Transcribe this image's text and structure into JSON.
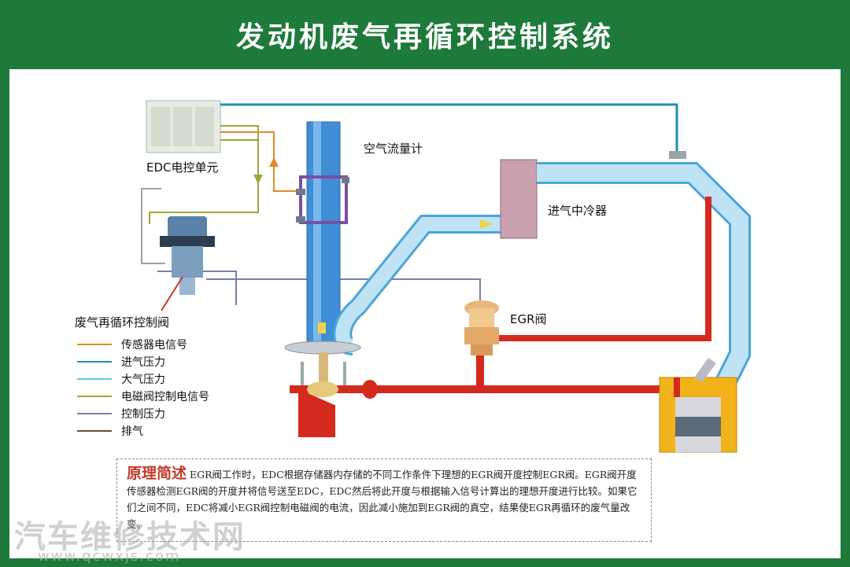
{
  "title": "发动机废气再循环控制系统",
  "labels": {
    "edc": "EDC电控单元",
    "airflow": "空气流量计",
    "intercooler": "进气中冷器",
    "egr_valve": "EGR阀",
    "egr_control_valve": "废气再循环控制阀"
  },
  "legend": [
    {
      "label": "传感器电信号",
      "color": "#e08a2a"
    },
    {
      "label": "进气压力",
      "color": "#1f8fb0"
    },
    {
      "label": "大气压力",
      "color": "#5fc4e8"
    },
    {
      "label": "电磁阀控制电信号",
      "color": "#9aa83a"
    },
    {
      "label": "控制压力",
      "color": "#7a7fa8"
    },
    {
      "label": "排气",
      "color": "#6b4a3a"
    }
  ],
  "principle": {
    "title": "原理简述",
    "text": "EGR阀工作时，EDC根据存储器内存储的不同工作条件下理想的EGR阀开度控制EGR阀。EGR阀开度传感器检测EGR阀的开度并将信号送至EDC，EDC然后将此开度与根据输入信号计算出的理想开度进行比较。如果它们之间不同，EDC将减小EGR阀控制电磁阀的电流，因此减小施加到EGR阀的真空，结果使EGR再循环的废气量改变。"
  },
  "watermark": {
    "text": "汽车维修技术网",
    "url": "www.qcwxjs.com"
  },
  "colors": {
    "frame": "#1e7a3a",
    "intake_pipe": "#bfe3f5",
    "intake_outline": "#4aa6d6",
    "exhaust": "#d42a1e",
    "intercooler": "#c9a0ad"
  }
}
